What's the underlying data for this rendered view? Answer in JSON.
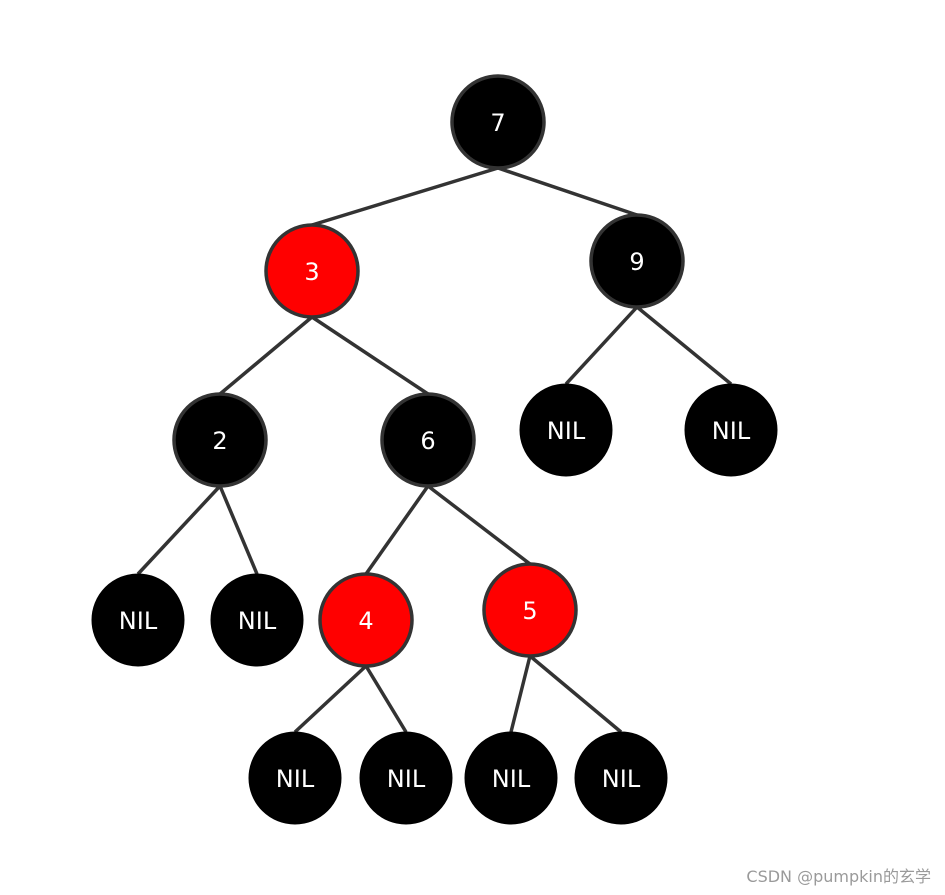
{
  "colors": {
    "black_node": "#000000",
    "red_node": "#ff0000",
    "node_border": "#333333",
    "edge": "#333333",
    "label": "#ffffff"
  },
  "tree": {
    "root": {
      "label": "7",
      "color": "black",
      "children": [
        {
          "label": "3",
          "color": "red",
          "children": [
            {
              "label": "2",
              "color": "black",
              "children": [
                {
                  "label": "NIL",
                  "color": "black",
                  "children": []
                },
                {
                  "label": "NIL",
                  "color": "black",
                  "children": []
                }
              ]
            },
            {
              "label": "6",
              "color": "black",
              "children": [
                {
                  "label": "4",
                  "color": "red",
                  "children": [
                    {
                      "label": "NIL",
                      "color": "black",
                      "children": []
                    },
                    {
                      "label": "NIL",
                      "color": "black",
                      "children": []
                    }
                  ]
                },
                {
                  "label": "5",
                  "color": "red",
                  "children": [
                    {
                      "label": "NIL",
                      "color": "black",
                      "children": []
                    },
                    {
                      "label": "NIL",
                      "color": "black",
                      "children": []
                    }
                  ]
                }
              ]
            }
          ]
        },
        {
          "label": "9",
          "color": "black",
          "children": [
            {
              "label": "NIL",
              "color": "black",
              "children": []
            },
            {
              "label": "NIL",
              "color": "black",
              "children": []
            }
          ]
        }
      ]
    }
  },
  "watermark": "CSDN @pumpkin的玄学"
}
